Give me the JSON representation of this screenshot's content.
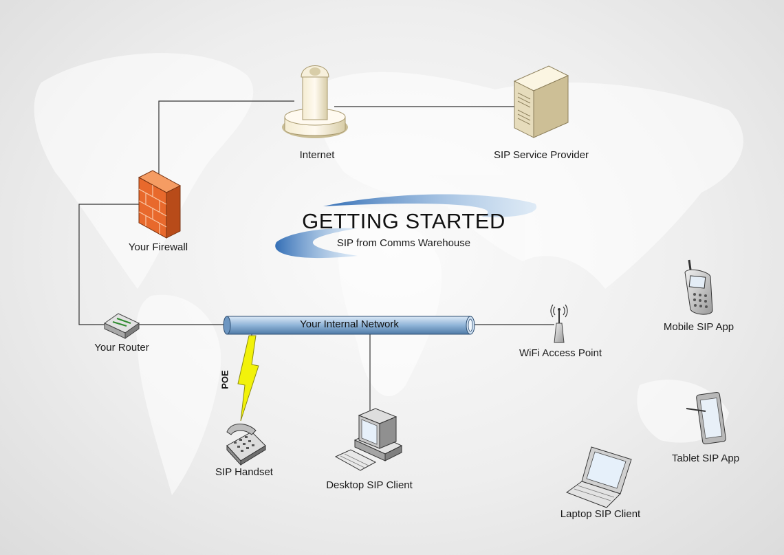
{
  "title": "GETTING STARTED",
  "subtitle": "SIP from Comms Warehouse",
  "network_label": "Your Internal Network",
  "poe_label": "POE",
  "nodes": {
    "internet": "Internet",
    "sip_provider": "SIP Service Provider",
    "firewall": "Your Firewall",
    "router": "Your Router",
    "wifi": "WiFi Access Point",
    "mobile": "Mobile SIP App",
    "tablet": "Tablet SIP App",
    "laptop": "Laptop SIP Client",
    "desktop": "Desktop SIP Client",
    "handset": "SIP Handset"
  },
  "colors": {
    "firewall": "#e8692c",
    "pipe": "#8fb4d8",
    "swoosh": "#4f8fd0",
    "poe_bolt": "#f2f20a",
    "line": "#333333"
  }
}
